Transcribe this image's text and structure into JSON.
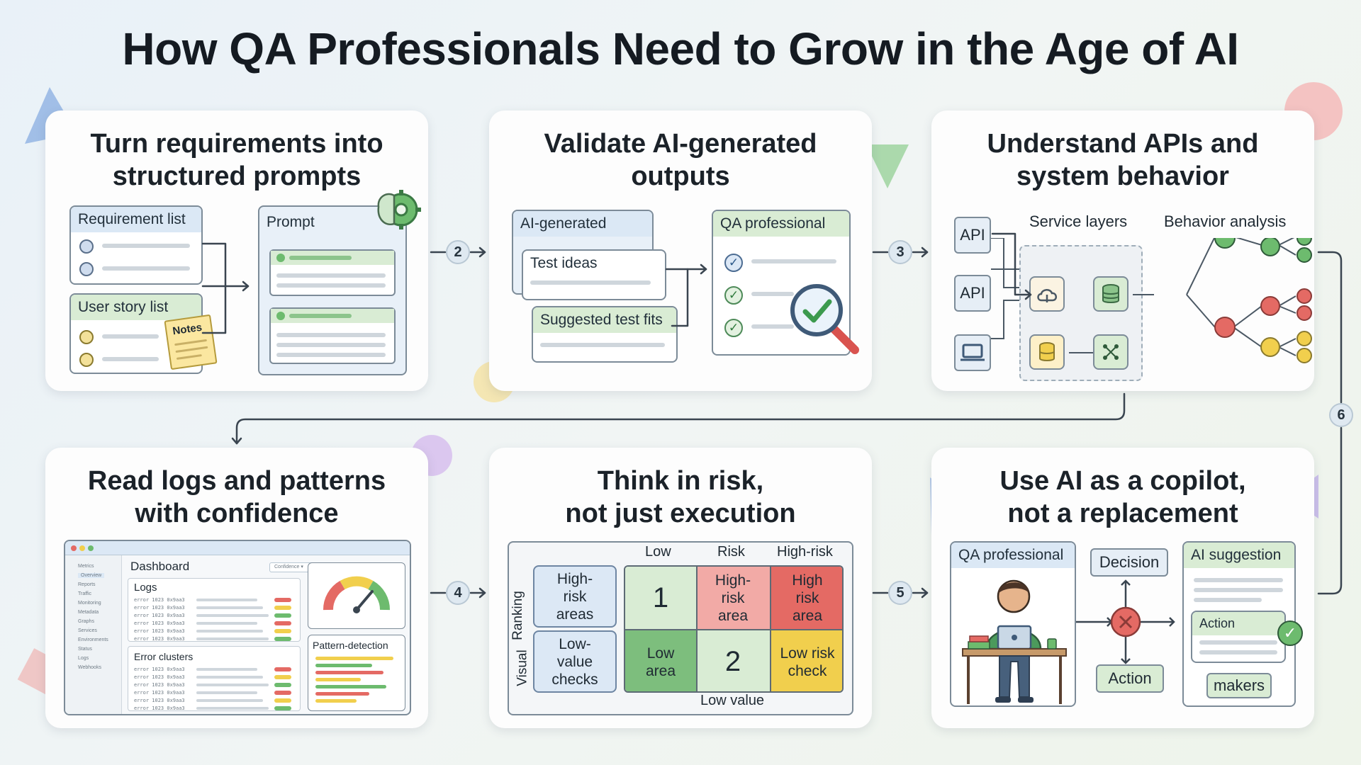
{
  "title": "How QA Professionals Need to Grow in the Age of AI",
  "cards": [
    {
      "title_line1": "Turn requirements into",
      "title_line2": "structured prompts",
      "requirement_list": "Requirement list",
      "user_story_list": "User story list",
      "notes": "Notes",
      "prompt": "Prompt"
    },
    {
      "title_line1": "Validate AI-generated",
      "title_line2": "outputs",
      "ai_generated": "AI-generated",
      "test_ideas": "Test ideas",
      "suggested_test_fits": "Suggested test fits",
      "qa_professional": "QA professional"
    },
    {
      "title_line1": "Understand APIs and",
      "title_line2": "system behavior",
      "api_1": "API",
      "api_2": "API",
      "service_layers": "Service layers",
      "behavior_analysis": "Behavior analysis"
    },
    {
      "title_line1": "Read logs and patterns",
      "title_line2": "with confidence",
      "dashboard": "Dashboard",
      "confidence": "Confidence",
      "logs": "Logs",
      "error_clusters": "Error clusters",
      "pattern_detection": "Pattern-detection",
      "sidebar_items": [
        "Metrics",
        "Overview",
        "Reports",
        "Traffic",
        "Monitoring",
        "Metadata",
        "Graphs",
        "Services",
        "Environments",
        "Status",
        "Logs",
        "Webhooks"
      ],
      "log_line": "error 1023 0x9aa3"
    },
    {
      "title_line1": "Think in risk,",
      "title_line2": "not just execution",
      "col_low": "Low",
      "col_risk": "Risk",
      "col_high_risk": "High-risk",
      "row_ranking": "Ranking",
      "row_visual": "Visual",
      "high_risk_areas": "High-risk areas",
      "low_value_checks": "Low-value checks",
      "cell_1": "1",
      "cell_high_risk_area_1": "High-risk area",
      "cell_high_risk_area_2": "High risk area",
      "cell_low_area": "Low area",
      "cell_2": "2",
      "cell_low_risk_check": "Low risk check",
      "low_value": "Low value"
    },
    {
      "title_line1": "Use AI as a copilot,",
      "title_line2": "not a replacement",
      "qa_professional": "QA professional",
      "decision": "Decision",
      "action": "Action",
      "ai_suggestion": "AI suggestion",
      "action_inner": "Action",
      "makers": "makers"
    }
  ],
  "steps": [
    "2",
    "3",
    "4",
    "5",
    "6"
  ],
  "colors": {
    "green": "#6dbb6e",
    "red": "#e46a64",
    "yellow": "#f1cf4d",
    "blue_header": "#dbe8f5",
    "green_header": "#d9ecd4"
  }
}
